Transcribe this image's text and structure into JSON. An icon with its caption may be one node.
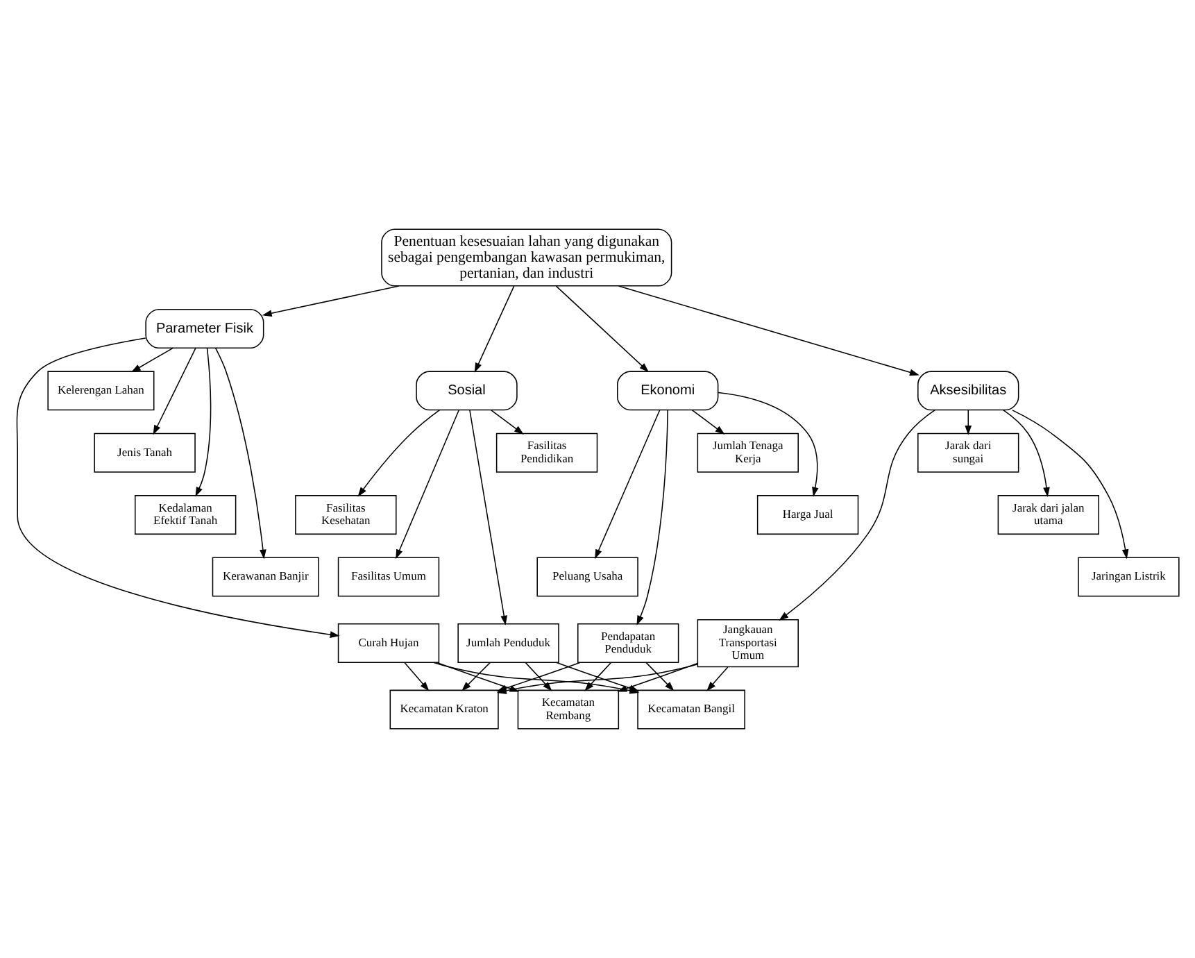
{
  "diagram": {
    "nodes": [
      {
        "text": [
          "Penentuan kesesuaian lahan yang digunakan sebagai pengembangan kawasan permukiman, pertanian, dan industri"
        ]
      },
      {
        "text": [
          "Parameter Fisik"
        ]
      },
      {
        "text": [
          "Aksesibilitas"
        ]
      },
      {
        "text": [
          "Ekonomi"
        ]
      },
      {
        "text": [
          "Sosial"
        ]
      },
      {
        "text": [
          "Kelerengan Lahan"
        ]
      },
      {
        "text": [
          "Jenis Tanah"
        ]
      },
      {
        "text": [
          "Kedalaman Efektif Tanah"
        ]
      },
      {
        "text": [
          "Kerawanan Banjir"
        ]
      },
      {
        "text": [
          "Curah Hujan"
        ]
      },
      {
        "text": [
          "Jarak dari sungai"
        ]
      },
      {
        "text": [
          "Jarak dari jalan utama"
        ]
      },
      {
        "text": [
          "Jaringan Listrik"
        ]
      },
      {
        "text": [
          "Jangkauan Transportasi Umum"
        ]
      },
      {
        "text": [
          "Jumlah Tenaga Kerja"
        ]
      },
      {
        "text": [
          "Harga Jual"
        ]
      },
      {
        "text": [
          "Peluang Usaha"
        ]
      },
      {
        "text": [
          "Pendapatan Penduduk"
        ]
      },
      {
        "text": [
          "Fasilitas Pendidikan"
        ]
      },
      {
        "text": [
          "Fasilitas Kesehatan"
        ]
      },
      {
        "text": [
          "Fasilitas Umum"
        ]
      },
      {
        "text": [
          "Jumlah Penduduk"
        ]
      },
      {
        "text": [
          "Kecamatan Kraton"
        ]
      },
      {
        "text": [
          "Kecamatan Rembang"
        ]
      },
      {
        "text": [
          "Kecamatan Bangil"
        ]
      }
    ],
    "edges": [
      {
        "from": 0,
        "to": 1,
        "arrow": "to"
      },
      {
        "from": 0,
        "to": 2,
        "arrow": "to"
      },
      {
        "from": 0,
        "to": 3,
        "arrow": "to"
      },
      {
        "from": 0,
        "to": 4,
        "arrow": "to"
      },
      {
        "from": 1,
        "to": 5,
        "arrow": "to"
      },
      {
        "from": 1,
        "to": 6,
        "arrow": "to"
      },
      {
        "from": 1,
        "to": 7,
        "arrow": "to"
      },
      {
        "from": 1,
        "to": 8,
        "arrow": "to"
      },
      {
        "from": 1,
        "to": 9,
        "arrow": "to"
      },
      {
        "from": 2,
        "to": 10,
        "arrow": "to"
      },
      {
        "from": 2,
        "to": 11,
        "arrow": "to"
      },
      {
        "from": 2,
        "to": 12,
        "arrow": "to"
      },
      {
        "from": 2,
        "to": 13,
        "arrow": "to"
      },
      {
        "from": 3,
        "to": 14,
        "arrow": "to"
      },
      {
        "from": 3,
        "to": 15,
        "arrow": "to"
      },
      {
        "from": 3,
        "to": 16,
        "arrow": "to"
      },
      {
        "from": 3,
        "to": 17,
        "arrow": "to"
      },
      {
        "from": 4,
        "to": 18,
        "arrow": "to"
      },
      {
        "from": 4,
        "to": 19,
        "arrow": "to"
      },
      {
        "from": 4,
        "to": 20,
        "arrow": "to"
      },
      {
        "from": 4,
        "to": 21,
        "arrow": "to"
      },
      {
        "from": 9,
        "to": 22,
        "arrow": "to"
      },
      {
        "from": 9,
        "to": 23,
        "arrow": "to"
      },
      {
        "from": 9,
        "to": 24,
        "arrow": "to"
      },
      {
        "from": 13,
        "to": 22,
        "arrow": "to"
      },
      {
        "from": 13,
        "to": 23,
        "arrow": "to"
      },
      {
        "from": 13,
        "to": 24,
        "arrow": "to"
      },
      {
        "from": 17,
        "to": 22,
        "arrow": "to"
      },
      {
        "from": 17,
        "to": 23,
        "arrow": "to"
      },
      {
        "from": 17,
        "to": 24,
        "arrow": "to"
      },
      {
        "from": 21,
        "to": 22,
        "arrow": "to"
      },
      {
        "from": 21,
        "to": 23,
        "arrow": "to"
      },
      {
        "from": 21,
        "to": 24,
        "arrow": "to"
      }
    ]
  }
}
